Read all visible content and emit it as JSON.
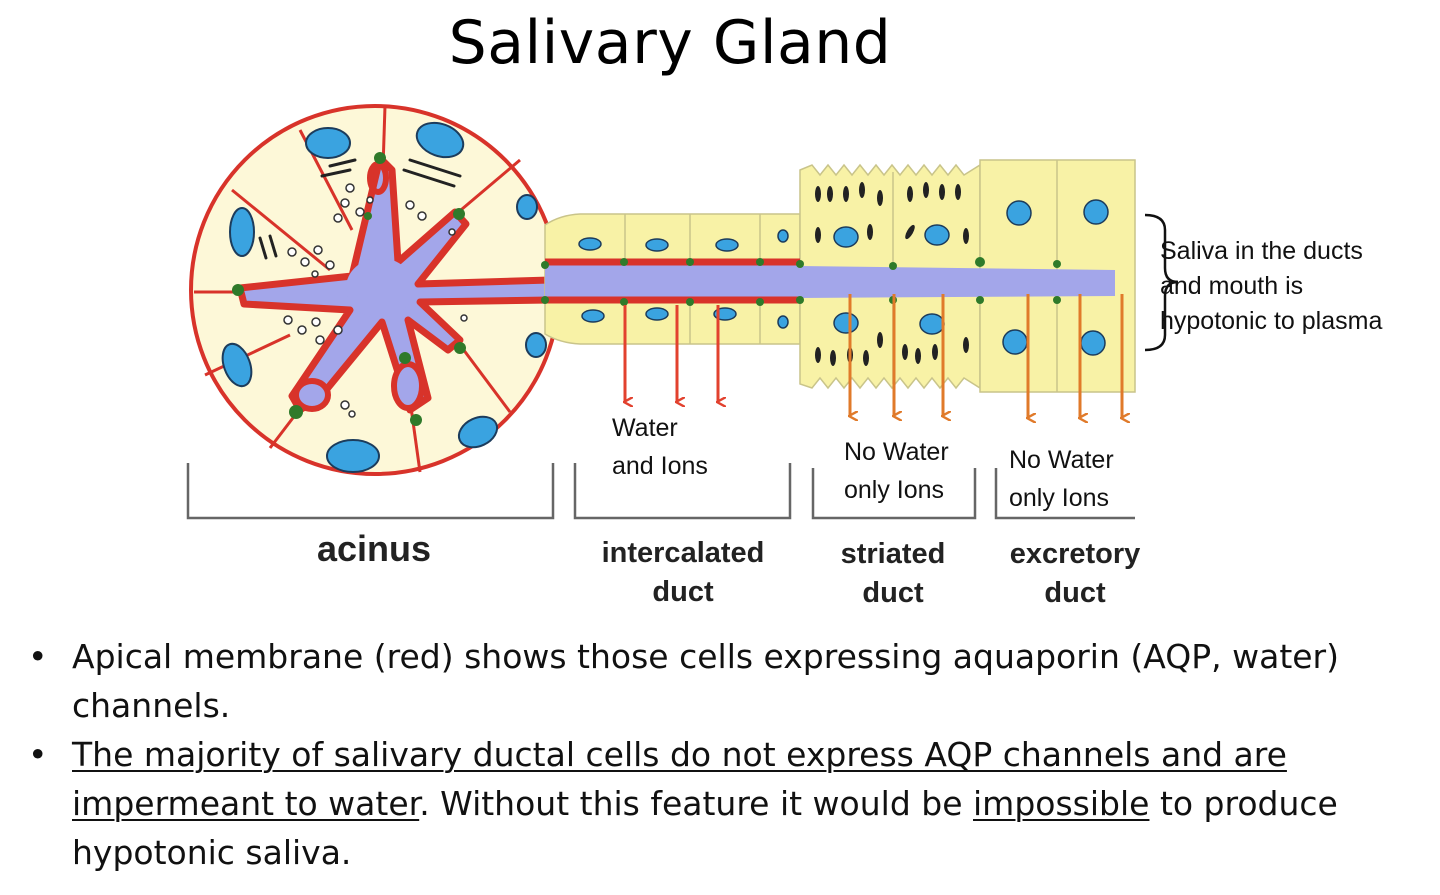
{
  "title": "Salivary Gland",
  "side_note": [
    "Saliva in the ducts",
    "and mouth is",
    "hypotonic to plasma"
  ],
  "flux_labels": {
    "intercalated": [
      "Water",
      "and Ions"
    ],
    "striated": [
      "No Water",
      "only Ions"
    ],
    "excretory": [
      "No Water",
      "only Ions"
    ]
  },
  "region_labels": {
    "acinus": "acinus",
    "intercalated": [
      "intercalated",
      "duct"
    ],
    "striated": [
      "striated",
      "duct"
    ],
    "excretory": [
      "excretory",
      "duct"
    ]
  },
  "bullets": {
    "b1": "Apical membrane (red) shows those cells expressing aquaporin (AQP, water) channels.",
    "b2_underlined_1": "The majority of salivary ductal cells do not express AQP channels and are impermeant to water",
    "b2_plain_1": ". Without this feature it would be ",
    "b2_underlined_2": "impossible",
    "b2_plain_2": " to produce hypotonic saliva."
  },
  "colors": {
    "cell_fill": "#fdf8d8",
    "duct_fill": "#f8f2a6",
    "membrane_red": "#d8332a",
    "lumen_blue": "#a3a6ea",
    "nucleus_blue": "#3aa3e0",
    "junction_green": "#2f7a2a",
    "arrow_red": "#e2412e",
    "arrow_orange": "#e07a2a"
  }
}
